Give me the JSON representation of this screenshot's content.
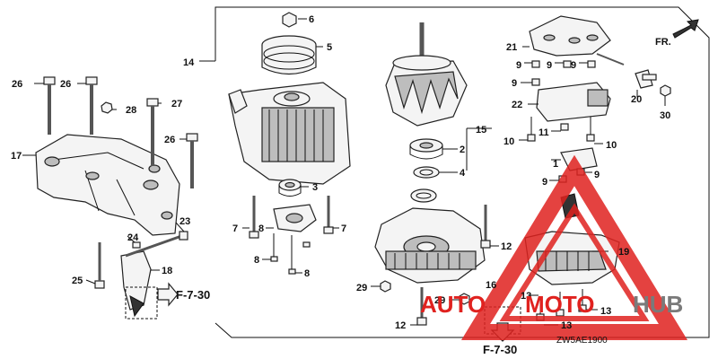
{
  "labels": {
    "n1": "1",
    "n2": "2",
    "n3": "3",
    "n4": "4",
    "n5": "5",
    "n6": "6",
    "n7a": "7",
    "n7b": "7",
    "n8a": "8",
    "n8b": "8",
    "n8c": "8",
    "n9a": "9",
    "n9b": "9",
    "n9c": "9",
    "n9d": "9",
    "n9e": "9",
    "n10a": "10",
    "n10b": "10",
    "n11": "11",
    "n12a": "12",
    "n12b": "12",
    "n13a": "13",
    "n13b": "13",
    "n13c": "13",
    "n14": "14",
    "n15": "15",
    "n16": "16",
    "n17": "17",
    "n18": "18",
    "n19": "19",
    "n20": "20",
    "n21": "21",
    "n22": "22",
    "n23": "23",
    "n24": "24",
    "n25": "25",
    "n26a": "26",
    "n26b": "26",
    "n26c": "26",
    "n27": "27",
    "n28": "28",
    "n29a": "29",
    "n29b": "29",
    "n30": "30"
  },
  "refs": {
    "left": "F-7-30",
    "bottom": "F-7-30"
  },
  "front": "FR.",
  "diagram_code": "ZW5AE1900",
  "watermark": {
    "text_auto": "AUTO",
    "text_moto": "MOTO",
    "text_hub": "HUB",
    "color_red": "#e0221f",
    "color_gray": "#7a7a7a"
  }
}
